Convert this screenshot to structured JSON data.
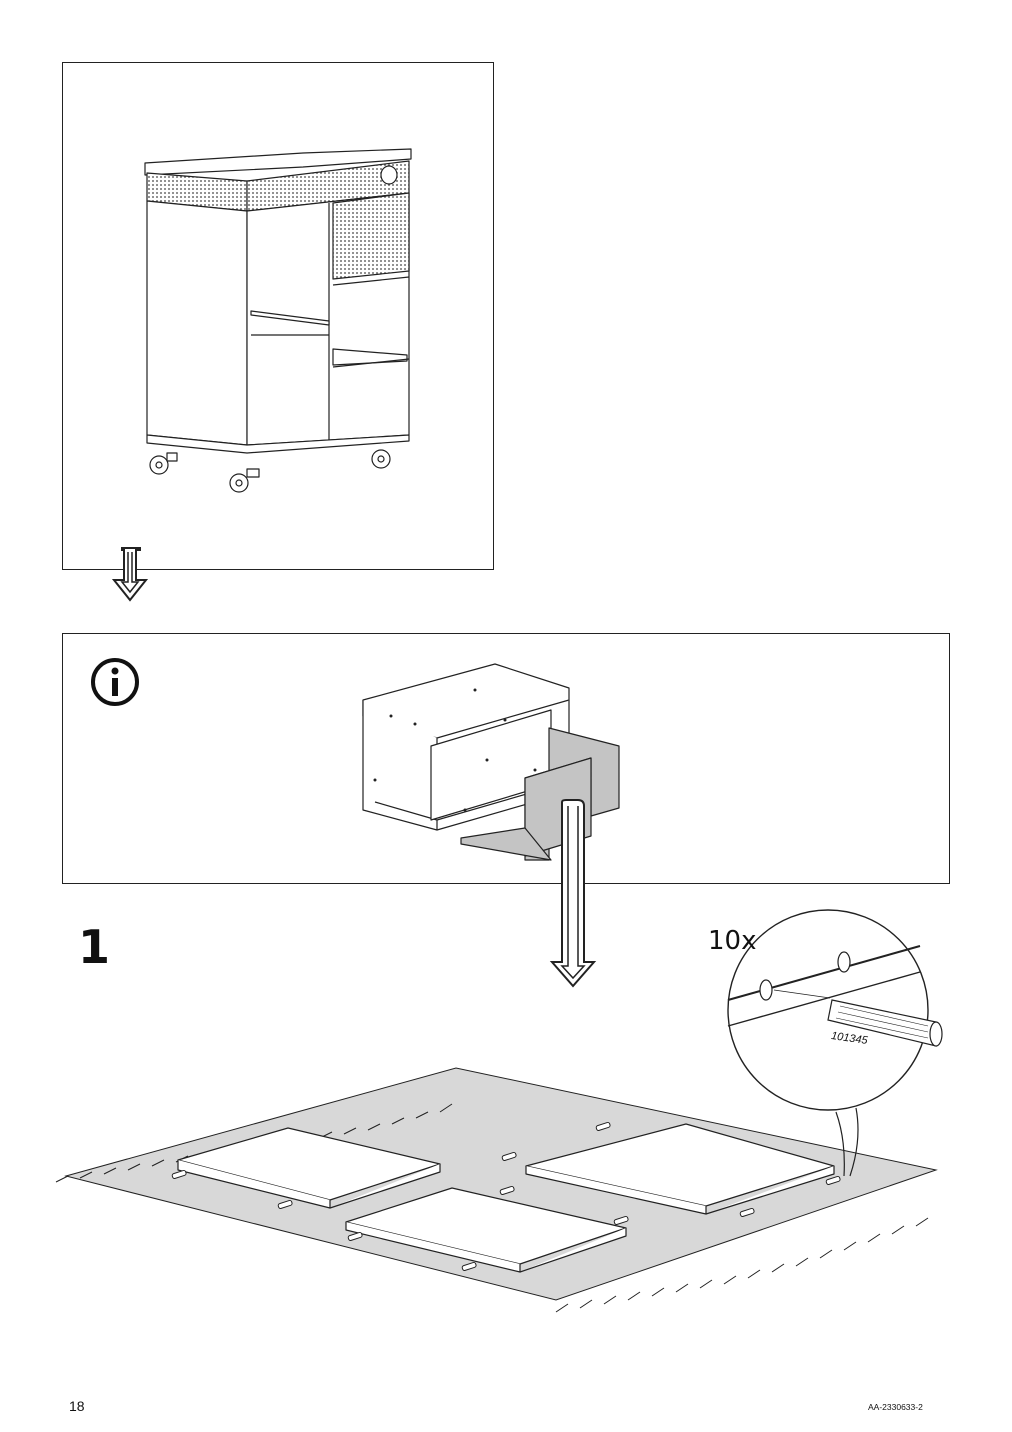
{
  "page": {
    "page_number": "18",
    "document_code": "AA-2330633-2"
  },
  "step": {
    "number": "1",
    "quantity": "10x",
    "part_number": "101345"
  },
  "icons": {
    "info": "info-icon",
    "arrow": "hollow-down-arrow-icon",
    "product": "trolley-illustration",
    "dowel": "wooden-dowel-icon"
  },
  "colors": {
    "line": "#222222",
    "mat": "#d8d8d8",
    "highlight_panel": "#c4c4c4",
    "background": "#ffffff"
  }
}
